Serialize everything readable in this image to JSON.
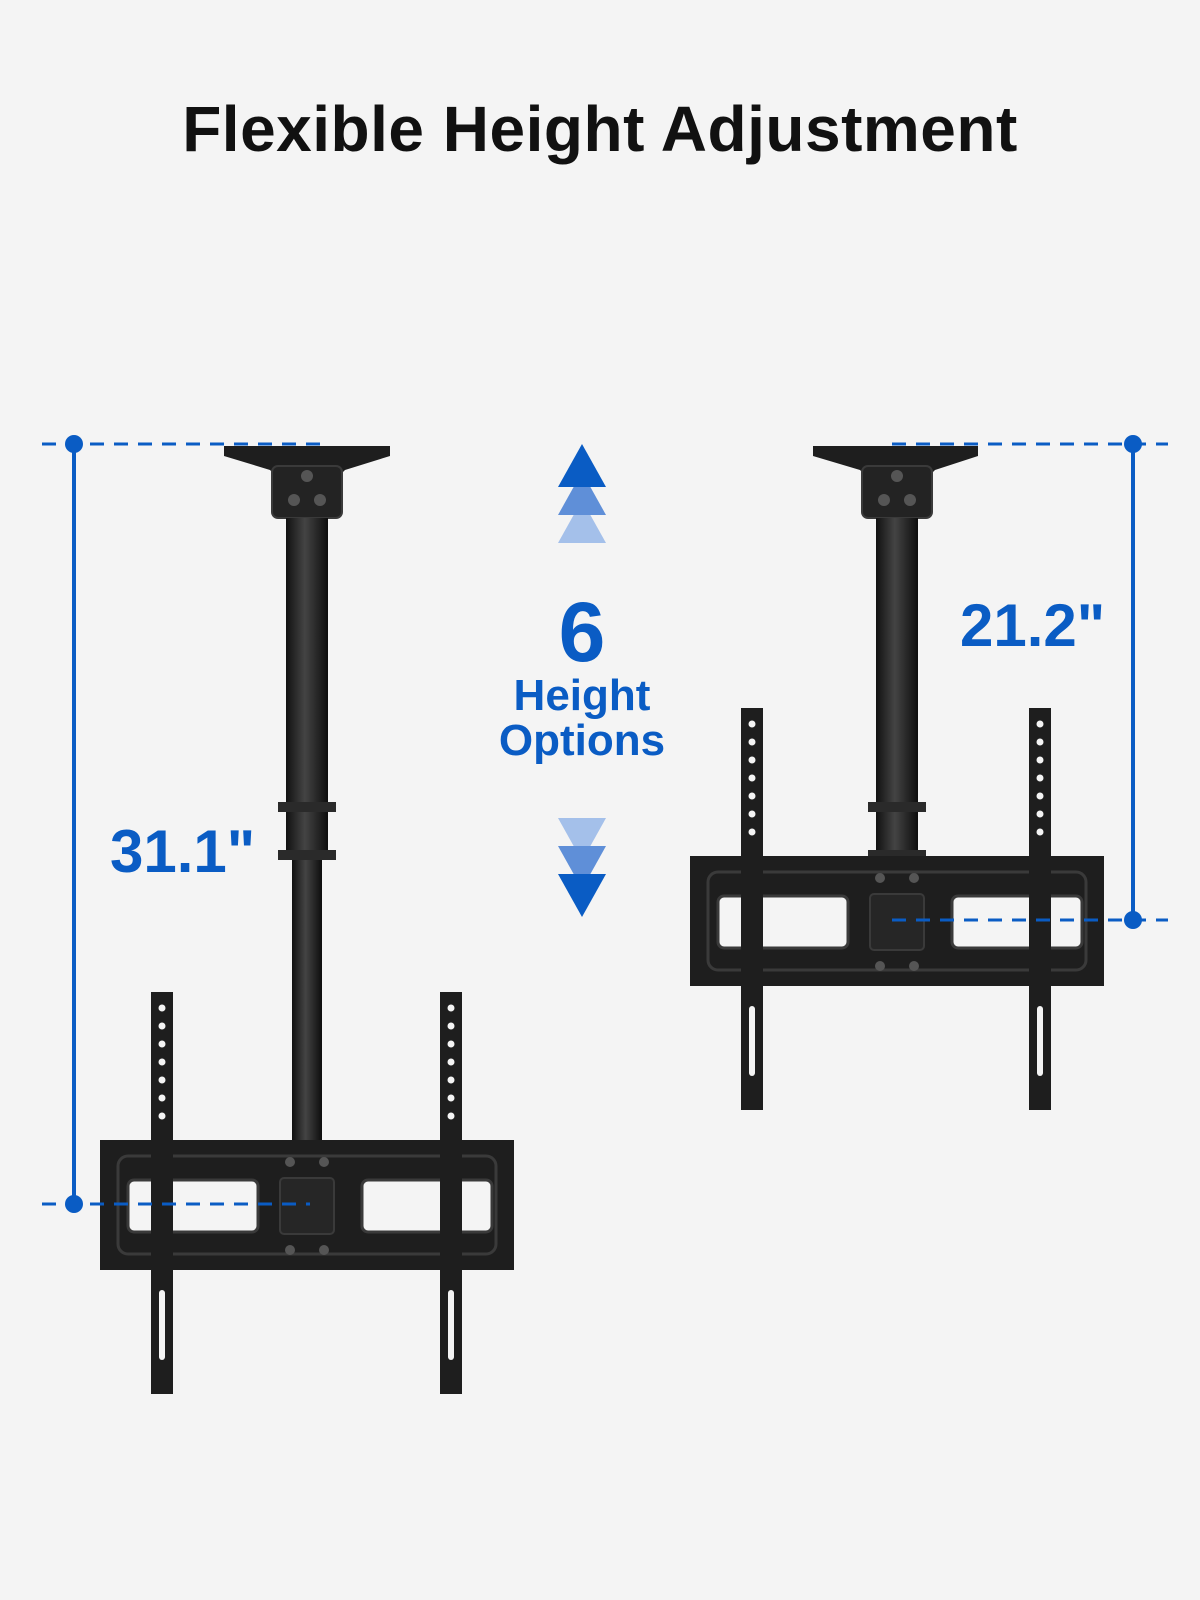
{
  "title": "Flexible Height Adjustment",
  "left_mount": {
    "height_label": "31.1\""
  },
  "right_mount": {
    "height_label": "21.2\""
  },
  "center": {
    "count": "6",
    "line1": "Height",
    "line2": "Options"
  },
  "colors": {
    "accent": "#0a5cc4",
    "accent_mid": "#5f8fd8",
    "accent_light": "#a4c0ea",
    "metal": "#1e1e1e",
    "metal_edge": "#3a3a3a",
    "background": "#f4f4f4",
    "title": "#111111"
  },
  "icons": {
    "up": "arrow-up-triple-icon",
    "down": "arrow-down-triple-icon"
  }
}
